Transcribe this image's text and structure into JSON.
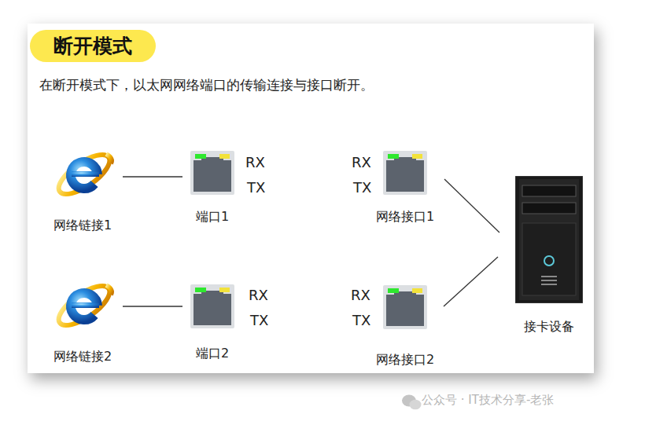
{
  "diagram": {
    "title": "断开模式",
    "nodes": [
      {
        "text": [
          "网络链接1"
        ]
      },
      {
        "text": [
          "端口1"
        ]
      },
      {
        "text": [
          "网络接口1"
        ]
      },
      {
        "text": [
          "网络链接2"
        ]
      },
      {
        "text": [
          "端口2"
        ]
      },
      {
        "text": [
          "网络接口2"
        ]
      },
      {
        "text": [
          "接卡设备"
        ]
      }
    ],
    "edges": [
      {
        "from": 0,
        "to": 1,
        "arrow": "none"
      },
      {
        "from": 3,
        "to": 4,
        "arrow": "none"
      },
      {
        "from": 2,
        "to": 6,
        "arrow": "none"
      },
      {
        "from": 5,
        "to": 6,
        "arrow": "none"
      }
    ],
    "labels": [
      "在断开模式下，以太网网络端口的传输连接与接口断开。",
      "RX",
      "TX",
      "RX",
      "TX",
      "RX",
      "TX",
      "RX",
      "TX",
      "公众号 · IT技术分享-老张"
    ]
  }
}
